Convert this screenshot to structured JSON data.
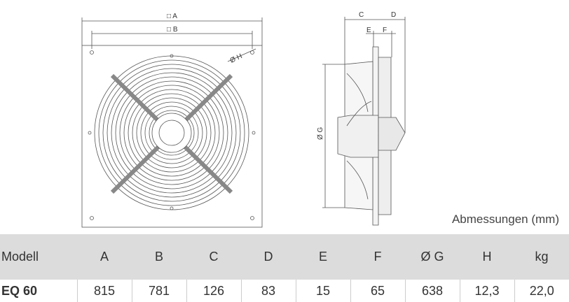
{
  "drawing": {
    "front_labels": {
      "a": "□ A",
      "b": "□ B",
      "h": "Ø H"
    },
    "side_labels": {
      "c": "C",
      "d": "D",
      "e": "E",
      "f": "F",
      "g": "Ø G"
    }
  },
  "caption": "Abmessungen (mm)",
  "table": {
    "headers": [
      "Modell",
      "A",
      "B",
      "C",
      "D",
      "E",
      "F",
      "Ø G",
      "H",
      "kg"
    ],
    "rows": [
      [
        "EQ 60",
        "815",
        "781",
        "126",
        "83",
        "15",
        "65",
        "638",
        "12,3",
        "22,0"
      ]
    ]
  }
}
